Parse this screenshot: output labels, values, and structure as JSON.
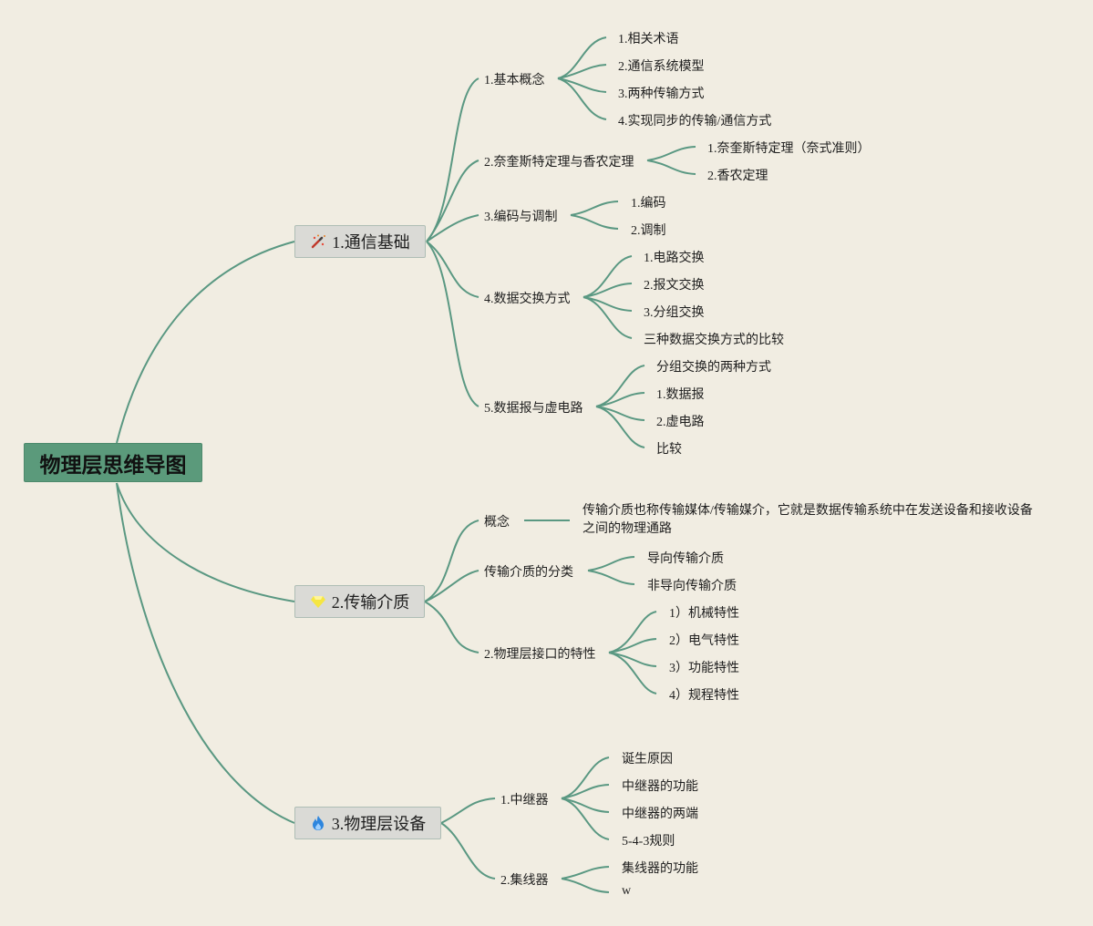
{
  "root": {
    "label": "物理层思维导图"
  },
  "topics": [
    {
      "label": "1.通信基础",
      "icon": "magic-wand-icon",
      "subs": [
        {
          "label": "1.基本概念",
          "leaves": [
            "1.相关术语",
            "2.通信系统模型",
            "3.两种传输方式",
            "4.实现同步的传输/通信方式"
          ]
        },
        {
          "label": "2.奈奎斯特定理与香农定理",
          "leaves": [
            "1.奈奎斯特定理（奈式准则）",
            "2.香农定理"
          ]
        },
        {
          "label": "3.编码与调制",
          "leaves": [
            "1.编码",
            "2.调制"
          ]
        },
        {
          "label": "4.数据交换方式",
          "leaves": [
            "1.电路交换",
            "2.报文交换",
            "3.分组交换",
            "三种数据交换方式的比较"
          ]
        },
        {
          "label": "5.数据报与虚电路",
          "leaves": [
            "分组交换的两种方式",
            "1.数据报",
            "2.虚电路",
            "比较"
          ]
        }
      ]
    },
    {
      "label": "2.传输介质",
      "icon": "gem-icon",
      "subs": [
        {
          "label": "概念",
          "leaves": [
            "传输介质也称传输媒体/传输媒介，它就是数据传输系统中在发送设备和接收设备之间的物理通路"
          ]
        },
        {
          "label": "传输介质的分类",
          "leaves": [
            "导向传输介质",
            "非导向传输介质"
          ]
        },
        {
          "label": "2.物理层接口的特性",
          "leaves": [
            "1）机械特性",
            "2）电气特性",
            "3）功能特性",
            "4）规程特性"
          ]
        }
      ]
    },
    {
      "label": "3.物理层设备",
      "icon": "flame-icon",
      "subs": [
        {
          "label": "1.中继器",
          "leaves": [
            "诞生原因",
            "中继器的功能",
            "中继器的两端",
            "5-4-3规则"
          ]
        },
        {
          "label": "2.集线器",
          "leaves": [
            "集线器的功能",
            "w"
          ]
        }
      ]
    }
  ],
  "colors": {
    "background": "#f1ede2",
    "line": "#5a9882",
    "root": "#5b9a7b",
    "topic": "#dadad6"
  }
}
